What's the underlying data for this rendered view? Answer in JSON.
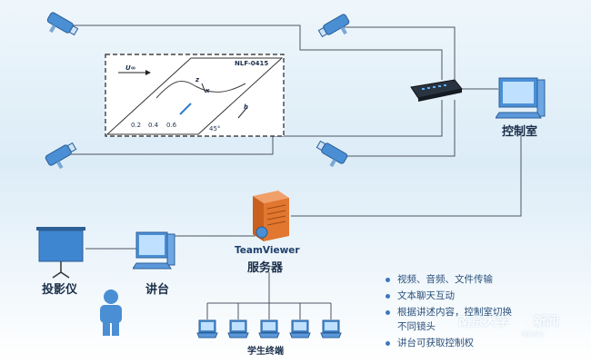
{
  "labels": {
    "control_room": "控制室",
    "server_name": "TeamViewer",
    "server": "服务器",
    "projector": "投影仪",
    "podium": "讲台",
    "student_terminals": "学生终端"
  },
  "features": [
    "视频、音频、文件传输",
    "文本聊天互动",
    "根据讲述内容，控制室切换",
    "不同镜头",
    "讲台可获取控制权"
  ],
  "panel": {
    "id_label": "NLF-0415",
    "flow_label": "U∞",
    "x_label": "x",
    "z_label": "z",
    "ticks": [
      "0.2",
      "0.4",
      "0.6"
    ],
    "h_label": "h",
    "angle_label": "45°"
  },
  "watermark": {
    "left": "南京大学",
    "right": "新闻",
    "sub": "NEWS"
  },
  "icons": {
    "camera": "surveillance-camera-icon",
    "switch": "network-switch-icon",
    "monitor": "computer-monitor-icon",
    "server": "server-tower-icon",
    "projector_screen": "projector-screen-icon",
    "person": "person-icon",
    "laptop": "laptop-icon"
  },
  "colors": {
    "wire": "#4d5663",
    "accent_blue": "#2f7fd0",
    "server_orange": "#e2772f"
  }
}
